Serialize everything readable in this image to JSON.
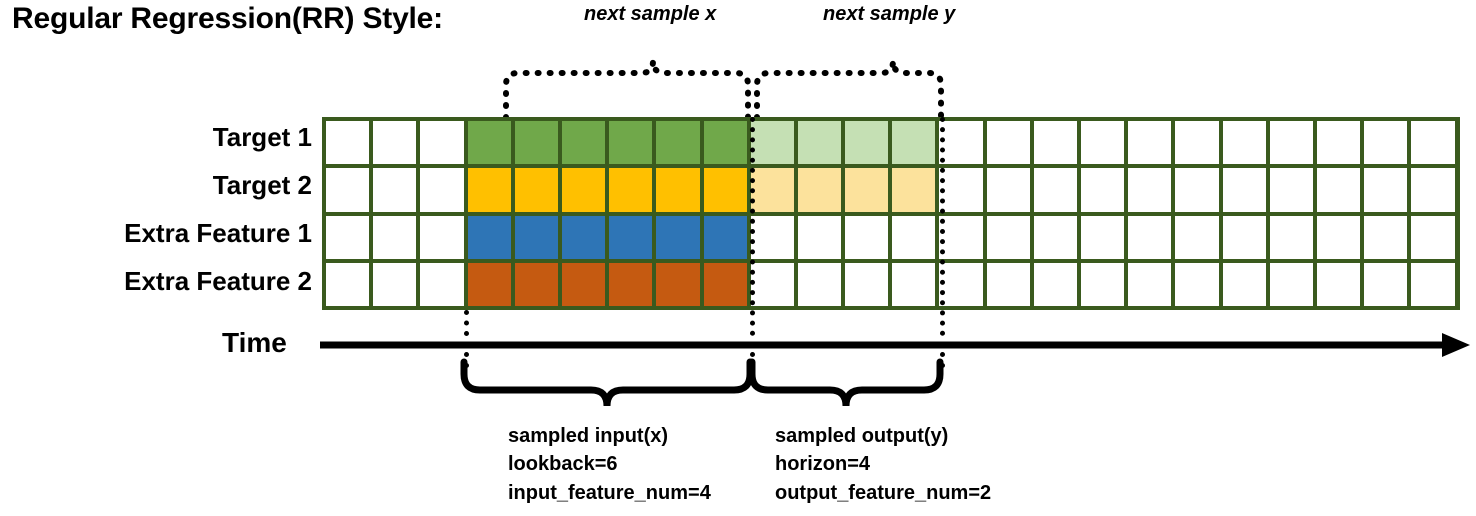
{
  "title": "Regular Regression(RR) Style:",
  "colors": {
    "grid_border": "#3A5A1E",
    "target1": "#70A84A",
    "target1_faded": "#C5E0B4",
    "target2": "#FFC000",
    "target2_faded": "#FCE29C",
    "extra1": "#2E75B6",
    "extra2": "#C55A11",
    "empty": "#FFFFFF",
    "ink": "#000000"
  },
  "rows": [
    {
      "label": "Target 1",
      "name": "target-1"
    },
    {
      "label": "Target 2",
      "name": "target-2"
    },
    {
      "label": "Extra Feature 1",
      "name": "extra-feature-1"
    },
    {
      "label": "Extra Feature 2",
      "name": "extra-feature-2"
    }
  ],
  "grid": {
    "columns": 24,
    "input_start_col": 3,
    "input_end_col": 9,
    "output_start_col": 9,
    "output_end_col": 13,
    "cells": [
      [
        "empty",
        "empty",
        "empty",
        "target1",
        "target1",
        "target1",
        "target1",
        "target1",
        "target1",
        "target1_faded",
        "target1_faded",
        "target1_faded",
        "target1_faded",
        "empty",
        "empty",
        "empty",
        "empty",
        "empty",
        "empty",
        "empty",
        "empty",
        "empty",
        "empty",
        "empty"
      ],
      [
        "empty",
        "empty",
        "empty",
        "target2",
        "target2",
        "target2",
        "target2",
        "target2",
        "target2",
        "target2_faded",
        "target2_faded",
        "target2_faded",
        "target2_faded",
        "empty",
        "empty",
        "empty",
        "empty",
        "empty",
        "empty",
        "empty",
        "empty",
        "empty",
        "empty",
        "empty"
      ],
      [
        "empty",
        "empty",
        "empty",
        "extra1",
        "extra1",
        "extra1",
        "extra1",
        "extra1",
        "extra1",
        "empty",
        "empty",
        "empty",
        "empty",
        "empty",
        "empty",
        "empty",
        "empty",
        "empty",
        "empty",
        "empty",
        "empty",
        "empty",
        "empty",
        "empty"
      ],
      [
        "empty",
        "empty",
        "empty",
        "extra2",
        "extra2",
        "extra2",
        "extra2",
        "extra2",
        "extra2",
        "empty",
        "empty",
        "empty",
        "empty",
        "empty",
        "empty",
        "empty",
        "empty",
        "empty",
        "empty",
        "empty",
        "empty",
        "empty",
        "empty",
        "empty"
      ]
    ]
  },
  "time_axis": {
    "label": "Time"
  },
  "top_braces": [
    {
      "name": "next-sample-x",
      "label": "next sample x"
    },
    {
      "name": "next-sample-y",
      "label": "next sample y"
    }
  ],
  "bottom_braces": [
    {
      "name": "sampled-input",
      "line1": "sampled input(x)",
      "line2": "lookback=6",
      "line3": "input_feature_num=4"
    },
    {
      "name": "sampled-output",
      "line1": "sampled output(y)",
      "line2": "horizon=4",
      "line3": "output_feature_num=2"
    }
  ]
}
